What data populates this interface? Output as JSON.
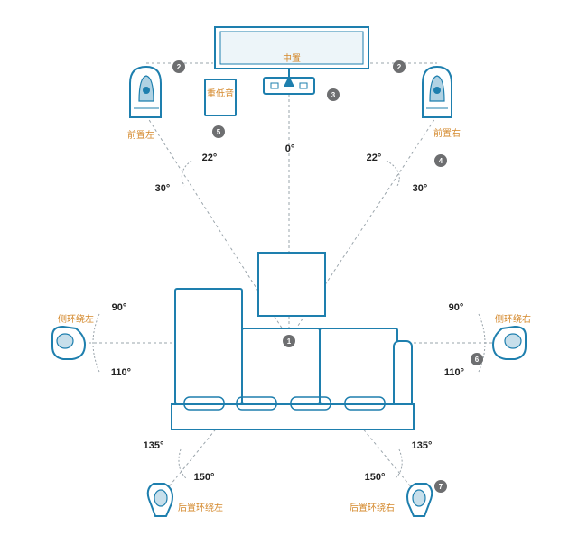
{
  "labels": {
    "center": "中置",
    "subwoofer": "重低音",
    "front_left": "前置左",
    "front_right": "前置右",
    "side_left": "侧环绕左",
    "side_right": "侧环绕右",
    "rear_left": "后置环绕左",
    "rear_right": "后置环绕右"
  },
  "angles": {
    "front_center": "0°",
    "front_left_inner": "22°",
    "front_left_outer": "30°",
    "front_right_inner": "22°",
    "front_right_outer": "30°",
    "side_left_top": "90°",
    "side_left_bottom": "110°",
    "side_right_top": "90°",
    "side_right_bottom": "110°",
    "rear_left_top": "135°",
    "rear_left_bottom": "150°",
    "rear_right_top": "135°",
    "rear_right_bottom": "150°"
  },
  "badges": {
    "listening_position": "1",
    "front_left_distance": "2",
    "front_right_distance": "2",
    "center": "3",
    "front_right_angle": "4",
    "subwoofer": "5",
    "side_right": "6",
    "rear_right": "7"
  },
  "colors": {
    "outline": "#1e7fae",
    "dashed": "#9aa4ab",
    "label": "#d4882b",
    "badge": "#6d6e70"
  }
}
